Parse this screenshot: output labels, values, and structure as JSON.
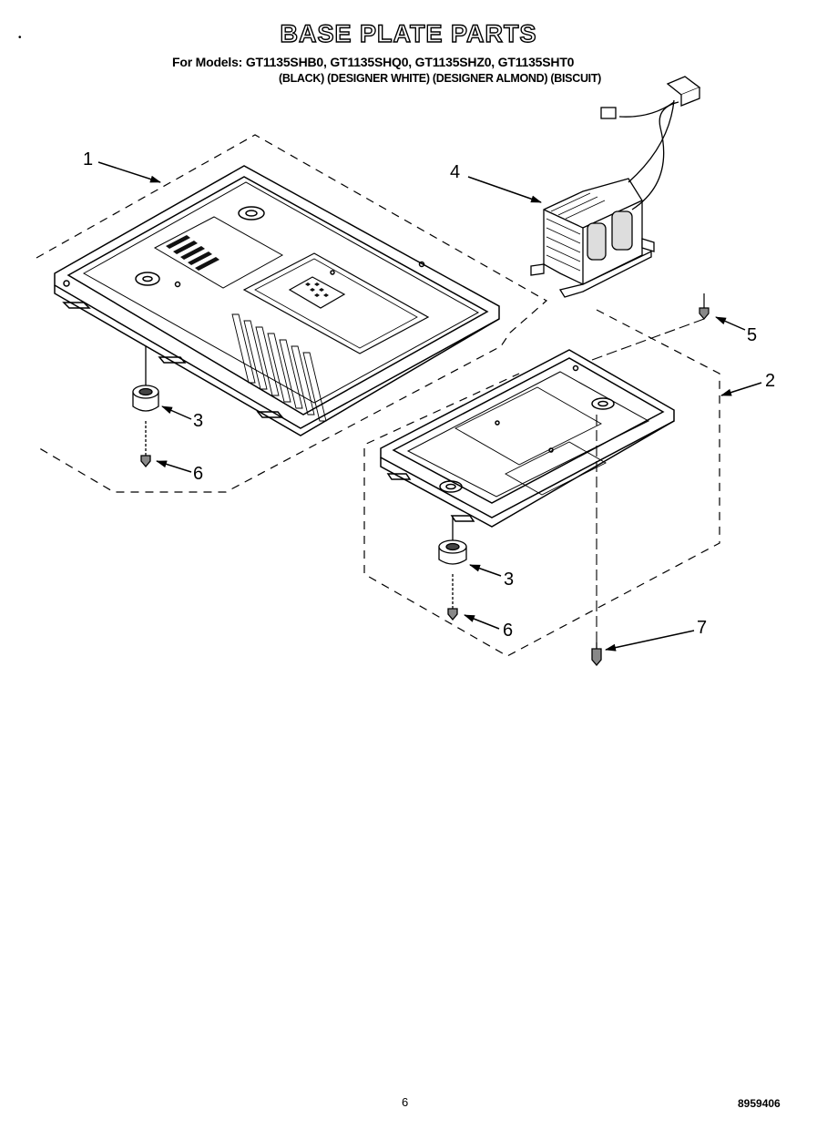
{
  "header": {
    "title": "BASE PLATE PARTS",
    "models_line": "For Models: GT1135SHB0, GT1135SHQ0, GT1135SHZ0, GT1135SHT0",
    "colors_line": "(BLACK) (DESIGNER WHITE) (DESIGNER ALMOND) (BISCUIT)"
  },
  "callouts": {
    "c1": "1",
    "c2": "2",
    "c3a": "3",
    "c3b": "3",
    "c4": "4",
    "c5": "5",
    "c6a": "6",
    "c6b": "6",
    "c7": "7"
  },
  "footer": {
    "page_number": "6",
    "doc_code": "8959406"
  },
  "corner_mark": "•"
}
